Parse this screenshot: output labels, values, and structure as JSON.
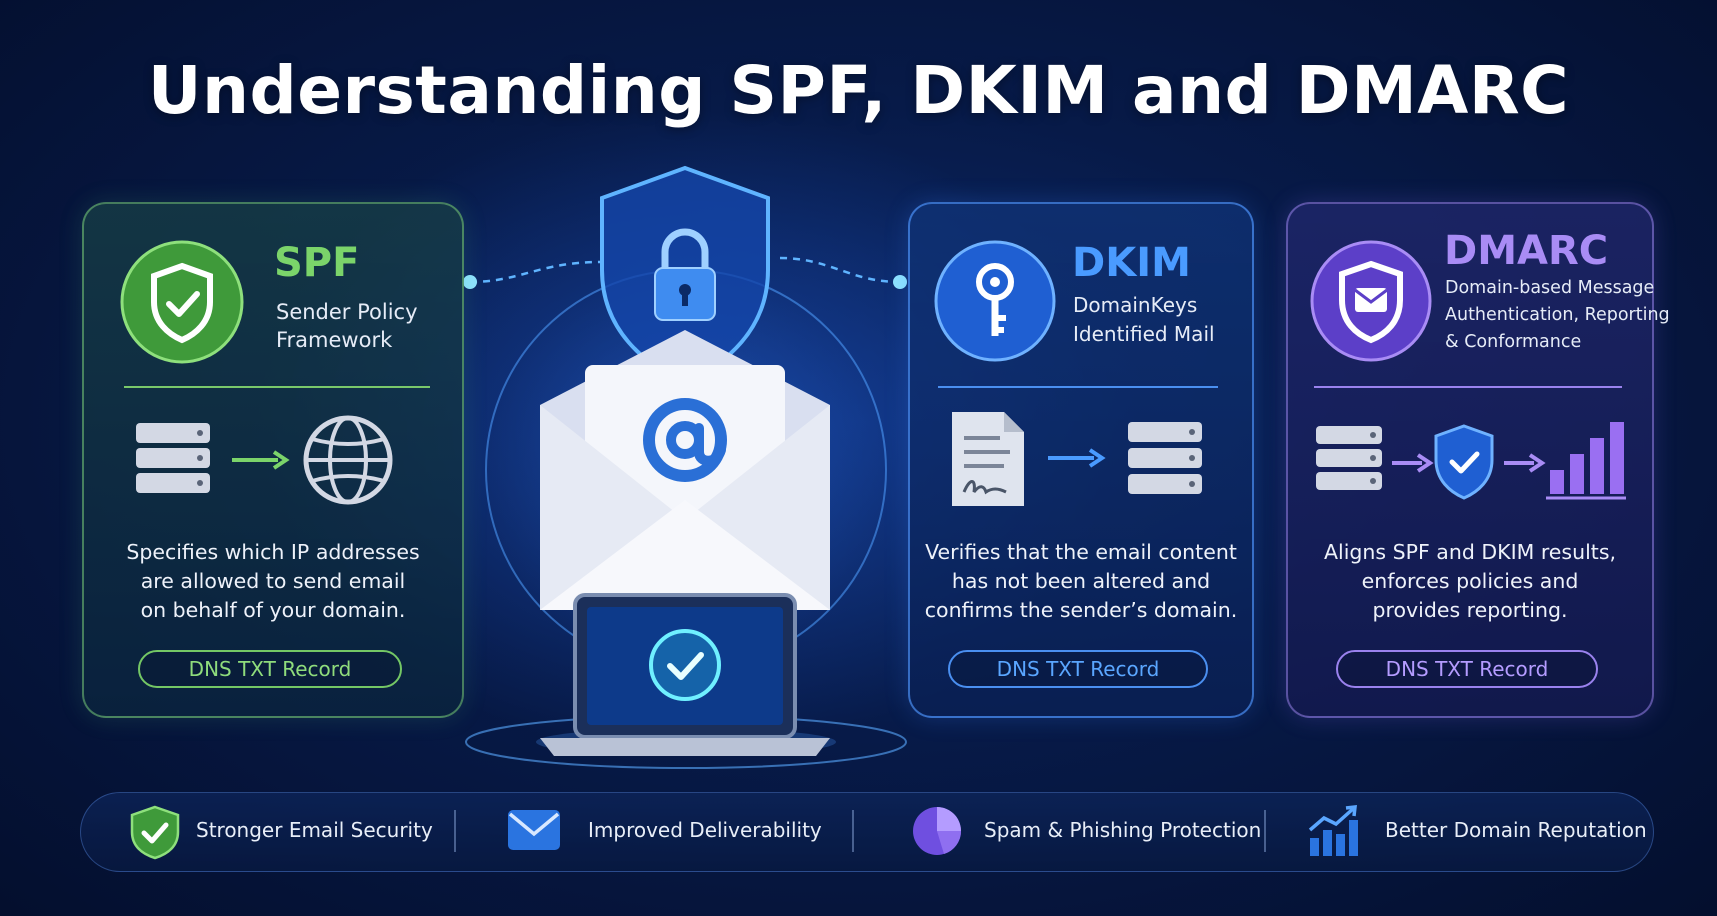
{
  "title": "Understanding SPF, DKIM and DMARC",
  "cards": {
    "spf": {
      "abbr": "SPF",
      "full_line1": "Sender Policy",
      "full_line2": "Framework",
      "desc_line1": "Specifies which IP addresses",
      "desc_line2": "are allowed to send email",
      "desc_line3": "on behalf of your domain.",
      "pill": "DNS TXT Record",
      "color": "#7bd46a"
    },
    "dkim": {
      "abbr": "DKIM",
      "full_line1": "DomainKeys",
      "full_line2": "Identified Mail",
      "desc_line1": "Verifies that the email content",
      "desc_line2": "has not been altered and",
      "desc_line3": "confirms the sender’s domain.",
      "pill": "DNS TXT Record",
      "color": "#4a9bff"
    },
    "dmarc": {
      "abbr": "DMARC",
      "full_line1": "Domain-based Message",
      "full_line2": "Authentication, Reporting",
      "full_line3": "& Conformance",
      "desc_line1": "Aligns SPF and DKIM results,",
      "desc_line2": "enforces policies and",
      "desc_line3": "provides reporting.",
      "pill": "DNS TXT Record",
      "color": "#a98cf5"
    }
  },
  "center_icons": [
    "shield-lock-icon",
    "envelope-icon",
    "at-sign-icon",
    "laptop-icon",
    "check-circle-icon"
  ],
  "benefits": [
    {
      "label": "Stronger Email Security",
      "icon": "shield-check-icon"
    },
    {
      "label": "Improved Deliverability",
      "icon": "envelope-icon"
    },
    {
      "label": "Spam & Phishing Protection",
      "icon": "pie-chart-icon"
    },
    {
      "label": "Better Domain Reputation",
      "icon": "bar-chart-up-icon"
    }
  ]
}
